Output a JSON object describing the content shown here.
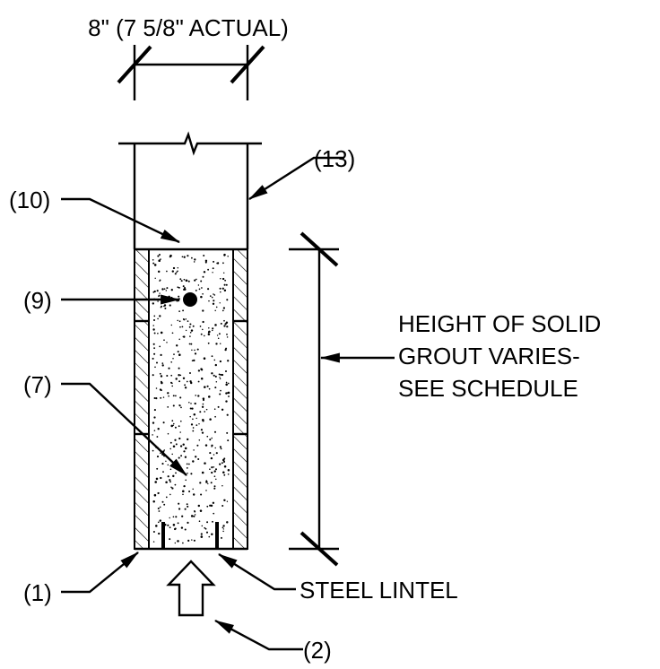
{
  "dimensions": {
    "wall_width": "8\" (7 5/8\" ACTUAL)"
  },
  "callouts": {
    "c13": "(13)",
    "c10": "(10)",
    "c9": "(9)",
    "c7": "(7)",
    "c1": "(1)",
    "c2": "(2)"
  },
  "notes": {
    "height_line1": "HEIGHT OF SOLID",
    "height_line2": "GROUT VARIES-",
    "height_line3": "SEE SCHEDULE",
    "steel_lintel": "STEEL LINTEL"
  },
  "colors": {
    "line": "#000000",
    "background": "#ffffff"
  }
}
